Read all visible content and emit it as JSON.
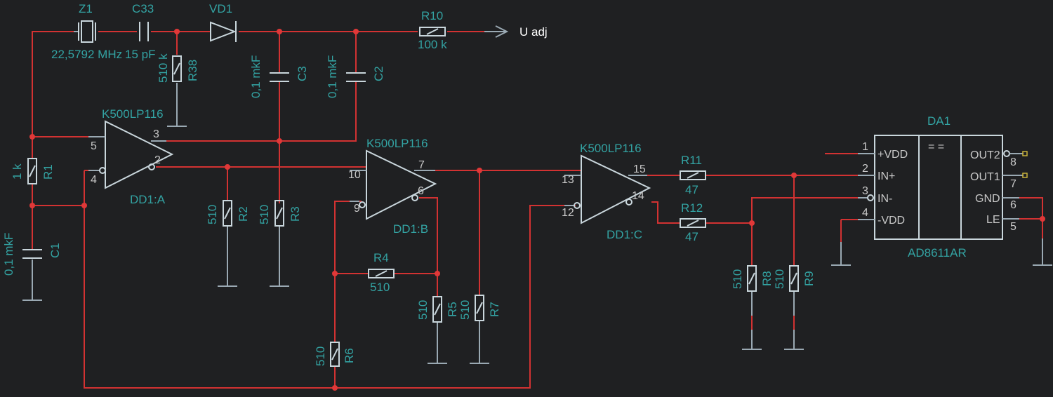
{
  "components": {
    "Z1": {
      "ref": "Z1",
      "value": "22,5792 MHz"
    },
    "C33": {
      "ref": "C33",
      "value": "15 pF"
    },
    "VD1": {
      "ref": "VD1"
    },
    "R10": {
      "ref": "R10",
      "value": "100 k"
    },
    "R38": {
      "ref": "R38",
      "value": "510 k"
    },
    "C3": {
      "ref": "C3",
      "value": "0,1 mkF"
    },
    "C2": {
      "ref": "C2",
      "value": "0,1 mkF"
    },
    "R1": {
      "ref": "R1",
      "value": "1 k"
    },
    "C1": {
      "ref": "C1",
      "value": "0,1 mkF"
    },
    "R2": {
      "ref": "R2",
      "value": "510"
    },
    "R3": {
      "ref": "R3",
      "value": "510"
    },
    "R4": {
      "ref": "R4",
      "value": "510"
    },
    "R5": {
      "ref": "R5",
      "value": "510"
    },
    "R6": {
      "ref": "R6",
      "value": "510"
    },
    "R7": {
      "ref": "R7",
      "value": "510"
    },
    "R11": {
      "ref": "R11",
      "value": "47"
    },
    "R12": {
      "ref": "R12",
      "value": "47"
    },
    "R8": {
      "ref": "R8",
      "value": "510"
    },
    "R9": {
      "ref": "R9",
      "value": "510"
    },
    "DD1A": {
      "part": "K500LP116",
      "ref": "DD1:A",
      "pins": [
        "5",
        "4",
        "3",
        "2"
      ]
    },
    "DD1B": {
      "part": "K500LP116",
      "ref": "DD1:B",
      "pins": [
        "10",
        "9",
        "7",
        "6"
      ]
    },
    "DD1C": {
      "part": "K500LP116",
      "ref": "DD1:C",
      "pins": [
        "13",
        "12",
        "15",
        "14"
      ]
    },
    "DA1": {
      "ref": "DA1",
      "part": "AD8611AR",
      "center": "= =",
      "left_pins": [
        {
          "num": "1",
          "name": "+VDD"
        },
        {
          "num": "2",
          "name": "IN+"
        },
        {
          "num": "3",
          "name": "IN-"
        },
        {
          "num": "4",
          "name": "-VDD"
        }
      ],
      "right_pins": [
        {
          "num": "8",
          "name": "OUT2"
        },
        {
          "num": "7",
          "name": "OUT1"
        },
        {
          "num": "6",
          "name": "GND"
        },
        {
          "num": "5",
          "name": "LE"
        }
      ]
    }
  },
  "net_labels": {
    "uadj": "U adj"
  },
  "colors": {
    "background": "#1f2022",
    "wire": "#d23232",
    "wire_inactive": "#9aa9b3",
    "label": "#33a3a3",
    "pin_text": "#c8c8c8"
  }
}
